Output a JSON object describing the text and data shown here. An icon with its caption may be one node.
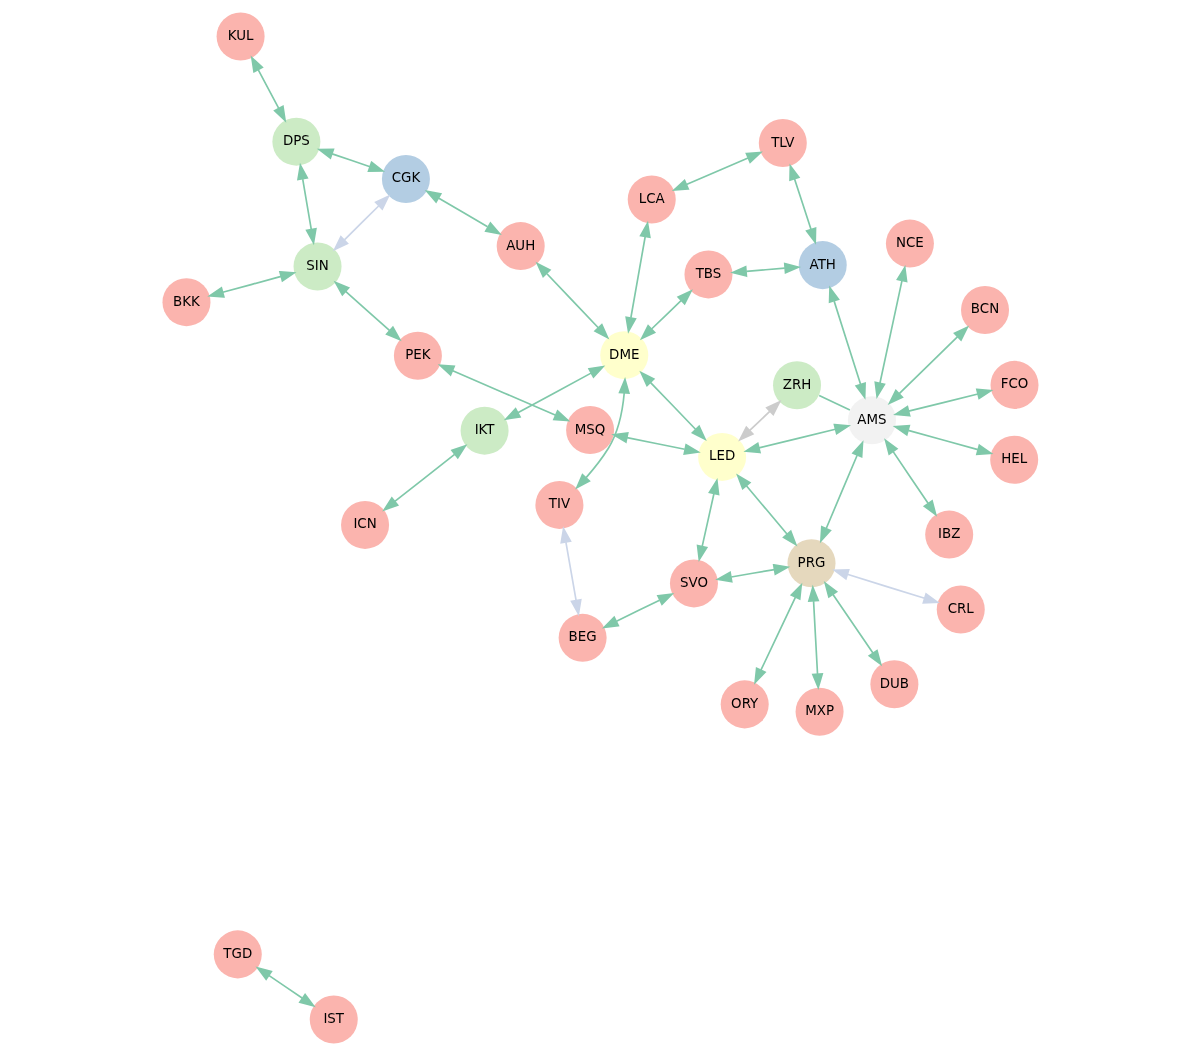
{
  "diagram": {
    "nodes": [
      {
        "text": [
          "TGD"
        ]
      },
      {
        "text": [
          "IST"
        ]
      },
      {
        "text": [
          "BCN"
        ]
      },
      {
        "text": [
          "HEL"
        ]
      },
      {
        "text": [
          "IBZ"
        ]
      },
      {
        "text": [
          "NCE"
        ]
      },
      {
        "text": [
          "FCO"
        ]
      },
      {
        "text": [
          "AMS"
        ]
      },
      {
        "text": [
          "TLV"
        ]
      },
      {
        "text": [
          "ATH"
        ]
      },
      {
        "text": [
          "ZRH"
        ]
      },
      {
        "text": [
          "CRL"
        ]
      },
      {
        "text": [
          "MXP"
        ]
      },
      {
        "text": [
          "PRG"
        ]
      },
      {
        "text": [
          "MSQ"
        ]
      },
      {
        "text": [
          "PEK"
        ]
      },
      {
        "text": [
          "LED"
        ]
      },
      {
        "text": [
          "TBS"
        ]
      },
      {
        "text": [
          "DUB"
        ]
      },
      {
        "text": [
          "BKK"
        ]
      },
      {
        "text": [
          "LCA"
        ]
      },
      {
        "text": [
          "ORY"
        ]
      },
      {
        "text": [
          "SVO"
        ]
      },
      {
        "text": [
          "SIN"
        ]
      },
      {
        "text": [
          "DME"
        ]
      },
      {
        "text": [
          "AUH"
        ]
      },
      {
        "text": [
          "CGK"
        ]
      },
      {
        "text": [
          "DPS"
        ]
      },
      {
        "text": [
          "TIV"
        ]
      },
      {
        "text": [
          "BEG"
        ]
      },
      {
        "text": [
          "IKT"
        ]
      },
      {
        "text": [
          "KUL"
        ]
      },
      {
        "text": [
          "ICN"
        ]
      }
    ],
    "edges": [
      {
        "from": 0,
        "to": 1,
        "arrow": "both"
      },
      {
        "from": 2,
        "to": 7,
        "arrow": "both"
      },
      {
        "from": 3,
        "to": 7,
        "arrow": "both"
      },
      {
        "from": 4,
        "to": 7,
        "arrow": "both"
      },
      {
        "from": 5,
        "to": 7,
        "arrow": "both"
      },
      {
        "from": 6,
        "to": 7,
        "arrow": "both"
      },
      {
        "from": 9,
        "to": 7,
        "arrow": "both"
      },
      {
        "from": 8,
        "to": 9,
        "arrow": "both"
      },
      {
        "from": 7,
        "to": 10,
        "arrow": "none"
      },
      {
        "from": 7,
        "to": 13,
        "arrow": "both"
      },
      {
        "from": 7,
        "to": 16,
        "arrow": "both"
      },
      {
        "from": 10,
        "to": 16,
        "arrow": "both",
        "color": "#cccccc"
      },
      {
        "from": 9,
        "to": 17,
        "arrow": "both"
      },
      {
        "from": 8,
        "to": 20,
        "arrow": "both"
      },
      {
        "from": 15,
        "to": 14,
        "arrow": "both"
      },
      {
        "from": 14,
        "to": 16,
        "arrow": "both"
      },
      {
        "from": 16,
        "to": 13,
        "arrow": "both"
      },
      {
        "from": 13,
        "to": 11,
        "arrow": "both",
        "color": "#cbd5e8"
      },
      {
        "from": 13,
        "to": 12,
        "arrow": "both"
      },
      {
        "from": 13,
        "to": 18,
        "arrow": "both"
      },
      {
        "from": 13,
        "to": 21,
        "arrow": "both"
      },
      {
        "from": 13,
        "to": 22,
        "arrow": "both"
      },
      {
        "from": 16,
        "to": 22,
        "arrow": "both"
      },
      {
        "from": 16,
        "to": 24,
        "arrow": "both"
      },
      {
        "from": 22,
        "to": 29,
        "arrow": "both"
      },
      {
        "from": 28,
        "to": 29,
        "arrow": "both",
        "color": "#cbd5e8"
      },
      {
        "from": 24,
        "to": 17,
        "arrow": "both"
      },
      {
        "from": 24,
        "to": 20,
        "arrow": "both"
      },
      {
        "from": 24,
        "to": 25,
        "arrow": "both"
      },
      {
        "from": 24,
        "to": 28,
        "arrow": "both"
      },
      {
        "from": 24,
        "to": 30,
        "arrow": "both"
      },
      {
        "from": 30,
        "to": 32,
        "arrow": "both"
      },
      {
        "from": 25,
        "to": 26,
        "arrow": "both"
      },
      {
        "from": 26,
        "to": 27,
        "arrow": "both"
      },
      {
        "from": 26,
        "to": 23,
        "arrow": "both",
        "color": "#cbd5e8"
      },
      {
        "from": 23,
        "to": 15,
        "arrow": "both"
      },
      {
        "from": 23,
        "to": 19,
        "arrow": "both"
      },
      {
        "from": 23,
        "to": 27,
        "arrow": "both"
      },
      {
        "from": 27,
        "to": 31,
        "arrow": "both"
      }
    ]
  }
}
